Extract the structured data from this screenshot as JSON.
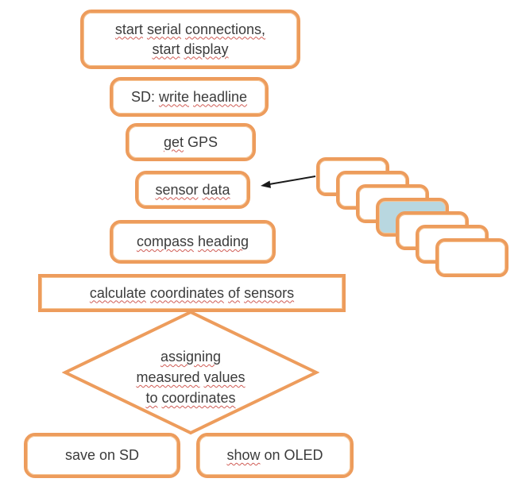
{
  "palette": {
    "border_orange": "#ED9C5C",
    "border_orange_light": "#F5C392",
    "card_blue_fill": "#B8D7E0",
    "text_color": "#3B3B3B",
    "spellcheck_red": "#D05C55",
    "arrow_black": "#1A1A1A"
  },
  "diagram": {
    "type": "flowchart",
    "nodes": [
      {
        "id": "start-serial",
        "shape": "rounded-rectangle",
        "lines": [
          [
            {
              "text": "start",
              "misspelled": true
            },
            {
              "text": "serial",
              "misspelled": true
            },
            {
              "text": "connections,",
              "misspelled": true
            }
          ],
          [
            {
              "text": "start",
              "misspelled": true
            },
            {
              "text": "display",
              "misspelled": true
            }
          ]
        ]
      },
      {
        "id": "sd-write-headline",
        "shape": "rounded-rectangle",
        "lines": [
          [
            {
              "text": "SD:",
              "misspelled": false
            },
            {
              "text": "write",
              "misspelled": true
            },
            {
              "text": "headline",
              "misspelled": true
            }
          ]
        ]
      },
      {
        "id": "get-gps",
        "shape": "rounded-rectangle",
        "lines": [
          [
            {
              "text": "get",
              "misspelled": true
            },
            {
              "text": "GPS",
              "misspelled": false
            }
          ]
        ]
      },
      {
        "id": "sensor-data",
        "shape": "rounded-rectangle",
        "lines": [
          [
            {
              "text": "sensor",
              "misspelled": true
            },
            {
              "text": "data",
              "misspelled": true
            }
          ]
        ]
      },
      {
        "id": "compass-heading",
        "shape": "rounded-rectangle",
        "lines": [
          [
            {
              "text": "compass",
              "misspelled": true
            },
            {
              "text": "heading",
              "misspelled": true
            }
          ]
        ]
      },
      {
        "id": "calculate-coordinates",
        "shape": "rectangle",
        "lines": [
          [
            {
              "text": "calculate",
              "misspelled": true
            },
            {
              "text": "coordinates",
              "misspelled": true
            },
            {
              "text": "of",
              "misspelled": true
            },
            {
              "text": "sensors",
              "misspelled": true
            }
          ]
        ]
      },
      {
        "id": "assigning-values-diamond",
        "shape": "diamond",
        "lines": [
          [
            {
              "text": "assigning",
              "misspelled": true
            }
          ],
          [
            {
              "text": "measured",
              "misspelled": true
            },
            {
              "text": "values",
              "misspelled": true
            }
          ],
          [
            {
              "text": "to",
              "misspelled": true
            },
            {
              "text": "coordinates",
              "misspelled": true
            }
          ]
        ]
      },
      {
        "id": "save-on-sd",
        "shape": "rounded-rectangle",
        "lines": [
          [
            {
              "text": "save on SD",
              "misspelled": false
            }
          ]
        ]
      },
      {
        "id": "show-on-oled",
        "shape": "rounded-rectangle",
        "lines": [
          [
            {
              "text": "show",
              "misspelled": true
            },
            {
              "text": "on",
              "misspelled": false
            },
            {
              "text": "OLED",
              "misspelled": false
            }
          ]
        ]
      }
    ],
    "card_stack": {
      "card_count": 7,
      "highlighted_card_index": 4,
      "highlight_fill": "#B8D7E0"
    },
    "arrow": {
      "from": "card-stack",
      "to": "sensor-data"
    }
  }
}
